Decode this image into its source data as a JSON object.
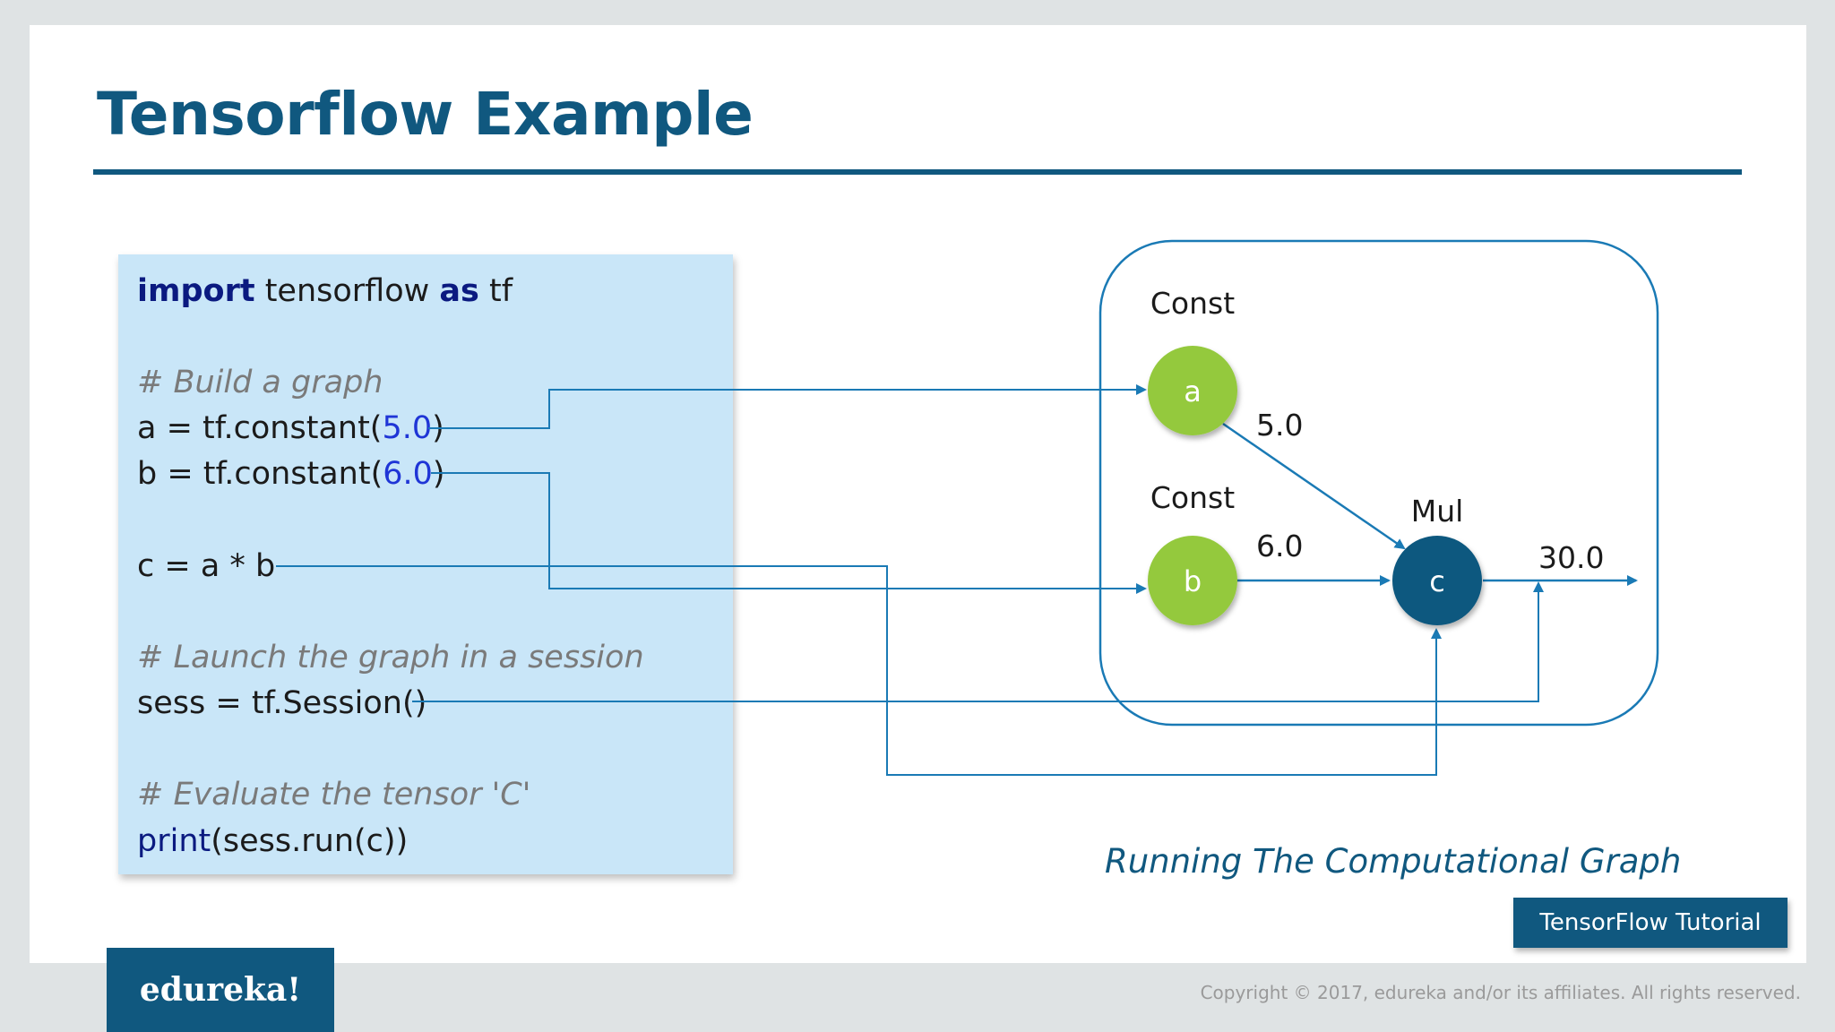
{
  "slide": {
    "title": "Tensorflow Example"
  },
  "code": {
    "line1": {
      "kw1": "import",
      "mid": " tensorflow ",
      "kw2": "as",
      "end": " tf"
    },
    "comment1": "# Build a graph",
    "line_a": {
      "pre": "a = tf.constant(",
      "num": "5.0",
      "post": ")"
    },
    "line_b": {
      "pre": "b = tf.constant(",
      "num": "6.0",
      "post": ")"
    },
    "line_c": "c = a * b",
    "comment2": "# Launch the graph in a session",
    "line_sess": "sess = tf.Session()",
    "comment3": "# Evaluate the tensor 'C'",
    "line_print": {
      "fn": "print",
      "args": "(sess.run(c))"
    }
  },
  "graph": {
    "nodes": [
      {
        "id": "a",
        "label": "a",
        "op": "Const",
        "color": "#94c93d"
      },
      {
        "id": "b",
        "label": "b",
        "op": "Const",
        "color": "#94c93d"
      },
      {
        "id": "c",
        "label": "c",
        "op": "Mul",
        "color": "#10587f"
      }
    ],
    "edges": [
      {
        "from": "a",
        "to": "c",
        "value": "5.0"
      },
      {
        "from": "b",
        "to": "c",
        "value": "6.0"
      },
      {
        "from": "c",
        "to": "output",
        "value": "30.0"
      }
    ]
  },
  "caption": "Running The Computational Graph",
  "tag": "TensorFlow Tutorial",
  "logo": "edureka!",
  "copyright": "Copyright © 2017, edureka and/or its affiliates. All rights reserved.",
  "colors": {
    "primary": "#10587f",
    "line": "#1a7ab5",
    "green": "#94c93d",
    "code_bg": "#c9e6f8"
  }
}
